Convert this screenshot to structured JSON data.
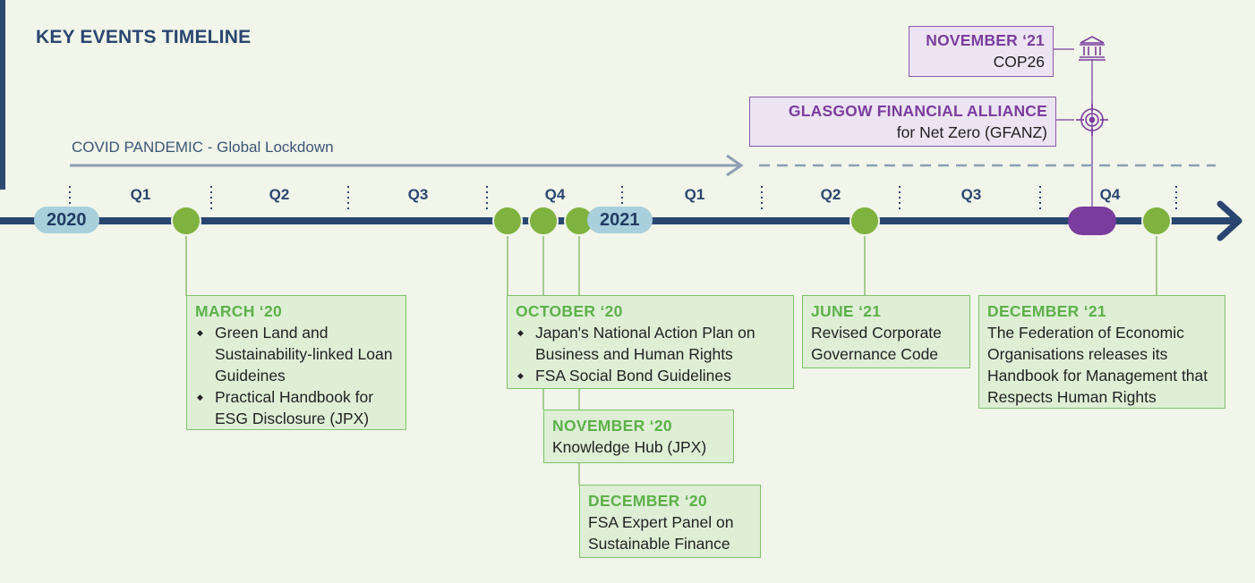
{
  "title": "KEY EVENTS TIMELINE",
  "covid": {
    "label": "COVID PANDEMIC - Global Lockdown"
  },
  "years": [
    "2020",
    "2021"
  ],
  "quarters": [
    "Q1",
    "Q2",
    "Q3",
    "Q4",
    "Q1",
    "Q2",
    "Q3",
    "Q4"
  ],
  "colors": {
    "navy": "#2a4670",
    "green": "#7fb23e",
    "purple": "#7a3d9d",
    "box_green": "#deefd6",
    "box_purple": "#ece4f3"
  },
  "events": [
    {
      "heading": "MARCH ‘20",
      "items": [
        "Green Land and Sustainability-linked Loan Guideines",
        "Practical Handbook for ESG Disclosure (JPX)"
      ]
    },
    {
      "heading": "OCTOBER ‘20",
      "items": [
        "Japan's National Action Plan on Business and Human Rights",
        "FSA Social Bond Guidelines"
      ]
    },
    {
      "heading": "NOVEMBER ‘20",
      "text": "Knowledge Hub (JPX)"
    },
    {
      "heading": "DECEMBER ‘20",
      "text": "FSA Expert Panel on Sustainable Finance"
    },
    {
      "heading": "JUNE ‘21",
      "text": "Revised Corporate Governance Code"
    },
    {
      "heading": "DECEMBER ‘21",
      "text": "The Federation of Economic Organisations releases its Handbook for Management that Respects Human Rights"
    }
  ],
  "purple_events": [
    {
      "heading": "NOVEMBER ‘21",
      "text": "COP26",
      "icon": "bank-building-icon"
    },
    {
      "heading": "GLASGOW FINANCIAL ALLIANCE",
      "text": "for Net Zero (GFANZ)",
      "icon": "target-icon"
    }
  ]
}
